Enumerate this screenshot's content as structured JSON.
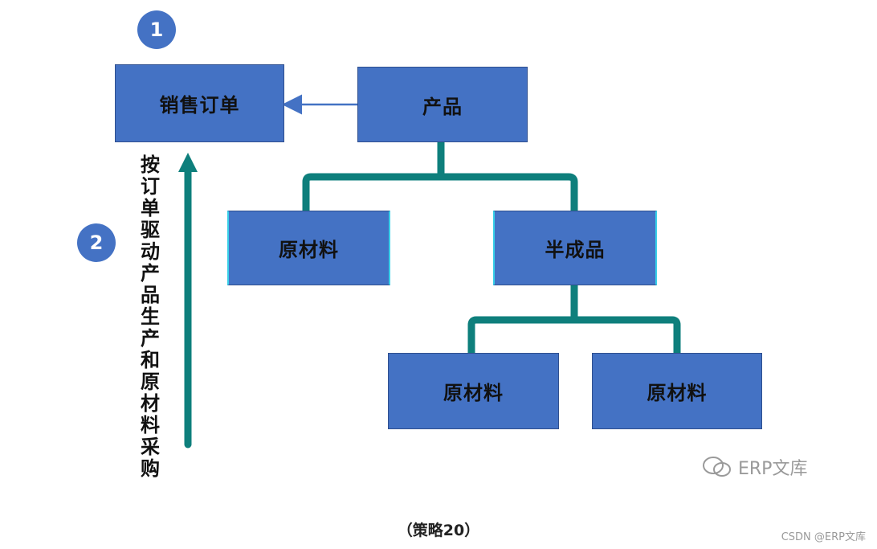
{
  "badges": {
    "one": "1",
    "two": "2"
  },
  "nodes": {
    "sales_order": "销售订单",
    "product": "产品",
    "raw_material_1": "原材料",
    "semi_finished": "半成品",
    "raw_material_2": "原材料",
    "raw_material_3": "原材料"
  },
  "vertical_text": "按订单驱动产品生产和原材料采购",
  "caption": "（策略20）",
  "watermark": "ERP文库",
  "corner_watermark": "CSDN @ERP文库",
  "colors": {
    "box_fill": "#4472c4",
    "connector": "#0e7f7c",
    "arrow": "#4472c4"
  }
}
